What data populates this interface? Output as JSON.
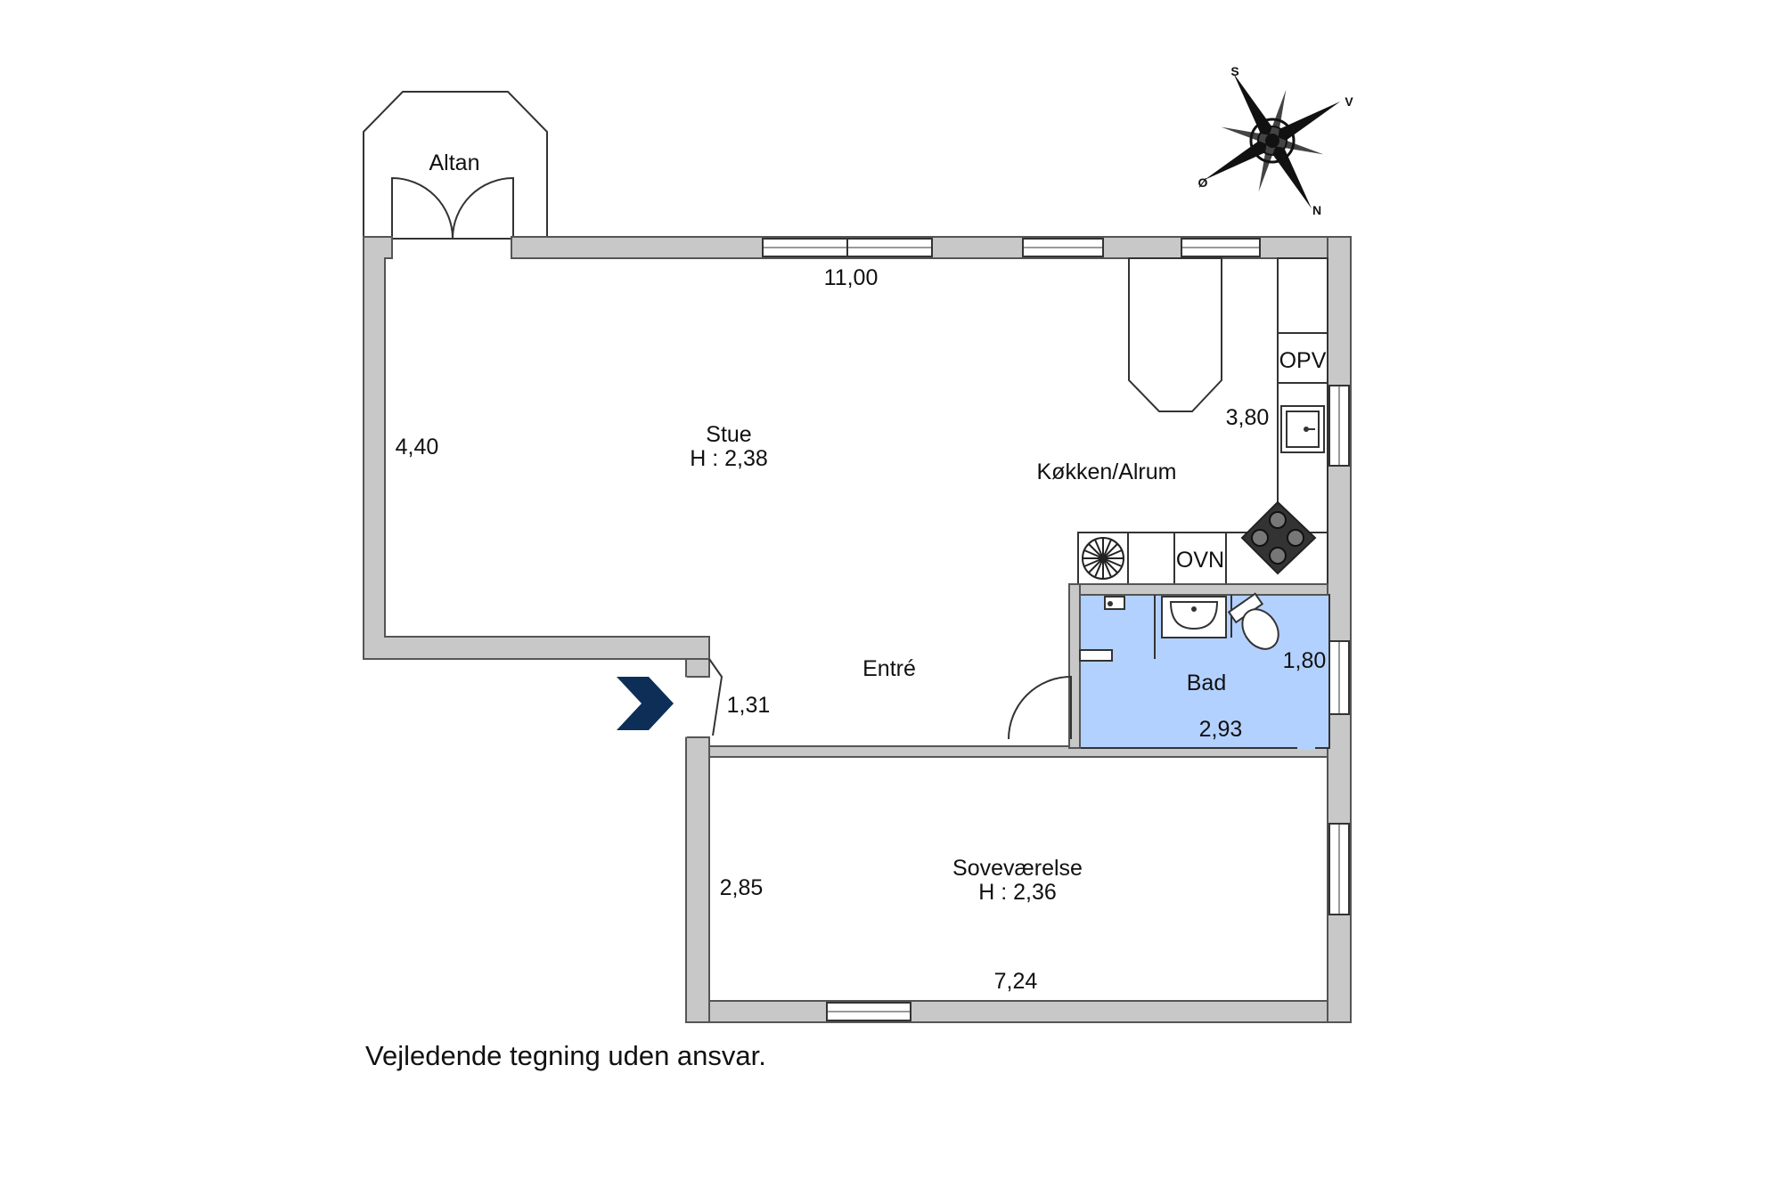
{
  "colors": {
    "wall_fill": "#c8c8c8",
    "bath_fill": "#b3d1ff",
    "entry_arrow": "#0d2e57"
  },
  "rooms": {
    "altan": "Altan",
    "stue": {
      "name": "Stue",
      "height": "H : 2,38"
    },
    "kitchen": "Køkken/Alrum",
    "entre": "Entré",
    "bad": "Bad",
    "sovevaerelse": {
      "name": "Soveværelse",
      "height": "H : 2,36"
    }
  },
  "dimensions": {
    "top_width": "11,00",
    "left_height": "4,40",
    "kitchen_depth": "3,80",
    "entry_width": "1,31",
    "bath_height": "1,80",
    "bath_width": "2,93",
    "bed_height": "2,85",
    "bed_width": "7,24"
  },
  "appliances": {
    "fridge": "OPV",
    "oven": "OVN"
  },
  "compass": {
    "s": "S",
    "v": "V",
    "o": "Ø",
    "n": "N"
  },
  "disclaimer": "Vejledende tegning uden ansvar.",
  "icons": [
    "compass-rose-icon",
    "entrance-arrow-icon",
    "sink-icon",
    "stove-icon",
    "washer-icon",
    "toilet-icon",
    "washbasin-icon"
  ]
}
